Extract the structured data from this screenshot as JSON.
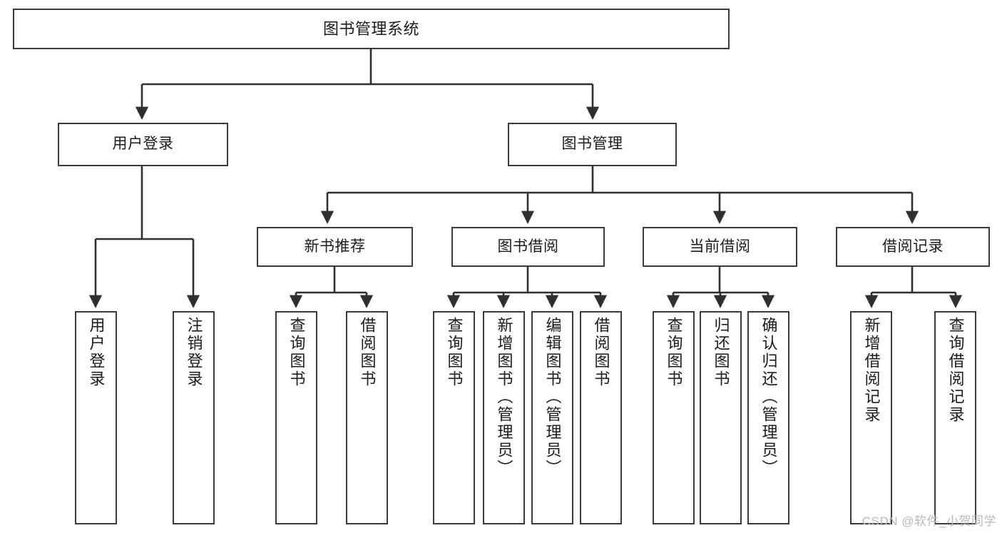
{
  "diagram": {
    "title": "图书管理系统",
    "type": "tree",
    "orientation": "top-down",
    "colors": {
      "box_border": "#3b3b3b",
      "box_fill": "#ffffff",
      "edge": "#2f2f2f",
      "text": "#1b1b1b",
      "watermark": "#b9b9b9",
      "background": "#ffffff"
    },
    "root": {
      "label": "图书管理系统"
    },
    "level1": [
      {
        "label": "用户登录"
      },
      {
        "label": "图书管理"
      }
    ],
    "level2": [
      {
        "label": "新书推荐"
      },
      {
        "label": "图书借阅"
      },
      {
        "label": "当前借阅"
      },
      {
        "label": "借阅记录"
      }
    ],
    "leaves": {
      "user_login": [
        {
          "label": "用户登录"
        },
        {
          "label": "注销登录"
        }
      ],
      "new_book_recommend": [
        {
          "label": "查询图书"
        },
        {
          "label": "借阅图书"
        }
      ],
      "book_borrow": [
        {
          "label": "查询图书"
        },
        {
          "label": "新增图书（管理员）"
        },
        {
          "label": "编辑图书（管理员）"
        },
        {
          "label": "借阅图书"
        }
      ],
      "current_borrow": [
        {
          "label": "查询图书"
        },
        {
          "label": "归还图书"
        },
        {
          "label": "确认归还（管理员）"
        }
      ],
      "borrow_record": [
        {
          "label": "新增借阅记录"
        },
        {
          "label": "查询借阅记录"
        }
      ]
    }
  },
  "watermark": {
    "text": "CSDN @软件_小贺同学"
  }
}
